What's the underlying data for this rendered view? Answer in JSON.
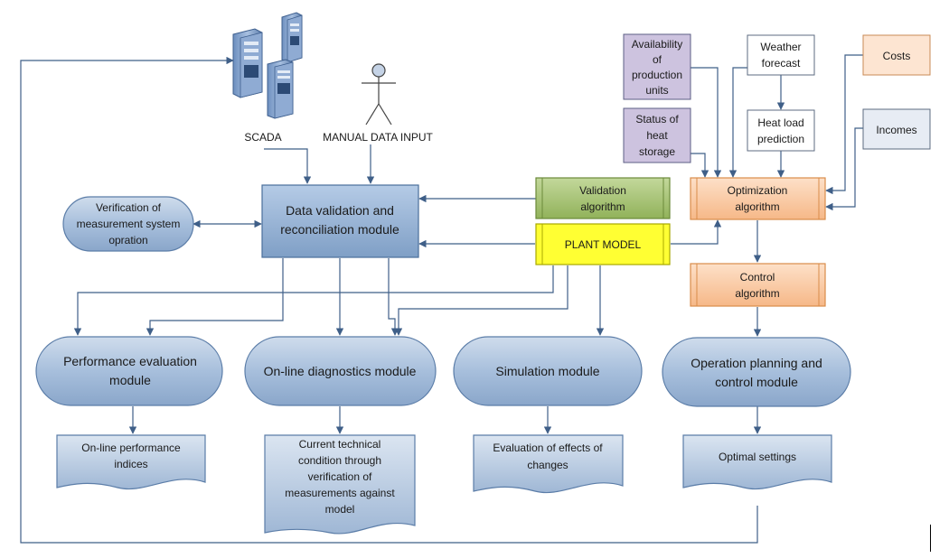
{
  "labels": {
    "scada": "SCADA",
    "manual_input": "MANUAL DATA INPUT",
    "verification": [
      "Verification of",
      "measurement system",
      "opration"
    ],
    "dvr_module": [
      "Data validation and",
      "reconciliation module"
    ],
    "validation_algorithm": [
      "Validation",
      "algorithm"
    ],
    "plant_model": "PLANT MODEL",
    "availability": [
      "Availability",
      "of",
      "production",
      "units"
    ],
    "status_storage": [
      "Status of",
      "heat",
      "storage"
    ],
    "weather": [
      "Weather",
      "forecast"
    ],
    "heat_load": [
      "Heat load",
      "prediction"
    ],
    "costs": "Costs",
    "incomes": "Incomes",
    "optimization_algorithm": [
      "Optimization",
      "algorithm"
    ],
    "control_algorithm": [
      "Control",
      "algorithm"
    ],
    "performance_module": [
      "Performance evaluation",
      "module"
    ],
    "diagnostics_module": "On-line diagnostics module",
    "simulation_module": "Simulation module",
    "planning_module": [
      "Operation planning and",
      "control module"
    ],
    "performance_indices": [
      "On-line performance",
      "indices"
    ],
    "technical_condition": [
      "Current technical",
      "condition through",
      "verification of",
      "measurements against",
      "model"
    ],
    "effects": [
      "Evaluation of effects of",
      "changes"
    ],
    "optimal_settings": "Optimal settings"
  },
  "colors": {
    "blue_box": "#94b3d6",
    "blue_border": "#4a6f9b",
    "green_box": "#a3bf6f",
    "green_border": "#6b8a3a",
    "yellow_box": "#ffff33",
    "yellow_border": "#b5b500",
    "orange_box": "#fbcda8",
    "orange_border": "#d98c4a",
    "purple_box": "#cdc3df",
    "light_box": "#e7ecf4",
    "arrow": "#3f5f88"
  }
}
